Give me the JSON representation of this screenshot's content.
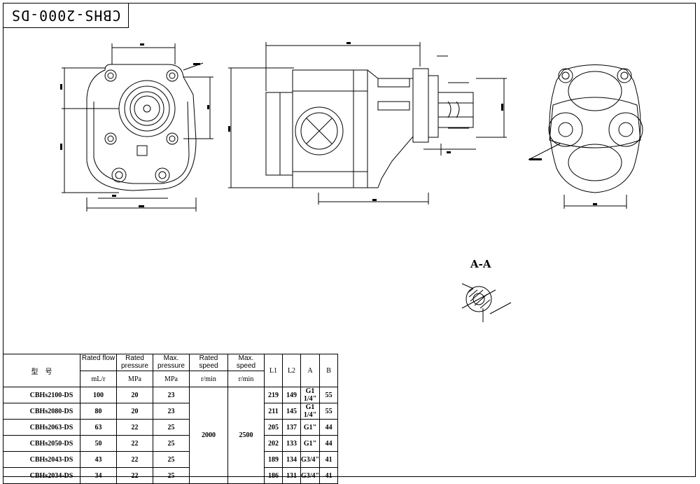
{
  "drawing": {
    "title": "CBHS-2000-DS",
    "section_label": "A-A"
  },
  "table": {
    "head_model": "型　号",
    "head_cols": [
      {
        "label": "Rated flow",
        "unit": "mL/r"
      },
      {
        "label": "Rated pressure",
        "unit": "MPa"
      },
      {
        "label": "Max. pressure",
        "unit": "MPa"
      },
      {
        "label": "Rated speed",
        "unit": "r/min"
      },
      {
        "label": "Max. speed",
        "unit": "r/min"
      }
    ],
    "dim_cols": [
      "L1",
      "L2",
      "A",
      "B"
    ],
    "rated_speed": "2000",
    "max_speed": "2500",
    "rows": [
      {
        "model": "CBHs2100-DS",
        "flow": "100",
        "rated_p": "20",
        "max_p": "23",
        "L1": "219",
        "L2": "149",
        "A": "G1 1/4\"",
        "B": "55"
      },
      {
        "model": "CBHs2080-DS",
        "flow": "80",
        "rated_p": "20",
        "max_p": "23",
        "L1": "211",
        "L2": "145",
        "A": "G1 1/4\"",
        "B": "55"
      },
      {
        "model": "CBHs2063-DS",
        "flow": "63",
        "rated_p": "22",
        "max_p": "25",
        "L1": "205",
        "L2": "137",
        "A": "G1\"",
        "B": "44"
      },
      {
        "model": "CBHs2050-DS",
        "flow": "50",
        "rated_p": "22",
        "max_p": "25",
        "L1": "202",
        "L2": "133",
        "A": "G1\"",
        "B": "44"
      },
      {
        "model": "CBHs2043-DS",
        "flow": "43",
        "rated_p": "22",
        "max_p": "25",
        "L1": "189",
        "L2": "134",
        "A": "G3/4\"",
        "B": "41"
      },
      {
        "model": "CBHs2034-DS",
        "flow": "34",
        "rated_p": "22",
        "max_p": "25",
        "L1": "186",
        "L2": "131",
        "A": "G3/4\"",
        "B": "41"
      }
    ]
  }
}
